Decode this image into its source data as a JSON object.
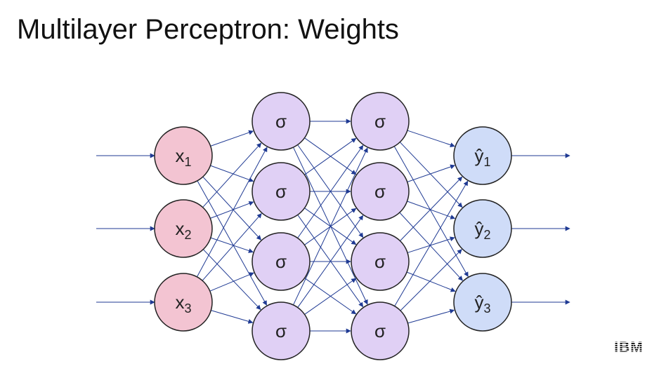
{
  "slide": {
    "title": "Multilayer Perceptron: Weights",
    "logo_text": "IBM"
  },
  "network": {
    "input_nodes": [
      {
        "main": "x",
        "sub": "1"
      },
      {
        "main": "x",
        "sub": "2"
      },
      {
        "main": "x",
        "sub": "3"
      }
    ],
    "hidden_layer_1": [
      "σ",
      "σ",
      "σ",
      "σ"
    ],
    "hidden_layer_2": [
      "σ",
      "σ",
      "σ",
      "σ"
    ],
    "output_nodes": [
      {
        "main": "ŷ",
        "sub": "1"
      },
      {
        "main": "ŷ",
        "sub": "2"
      },
      {
        "main": "ŷ",
        "sub": "3"
      }
    ]
  },
  "colors": {
    "input_fill": "#f3c4d2",
    "hidden_fill": "#e0d0f5",
    "output_fill": "#cfdcf8",
    "node_stroke": "#222222",
    "edge": "#1f3a93"
  }
}
